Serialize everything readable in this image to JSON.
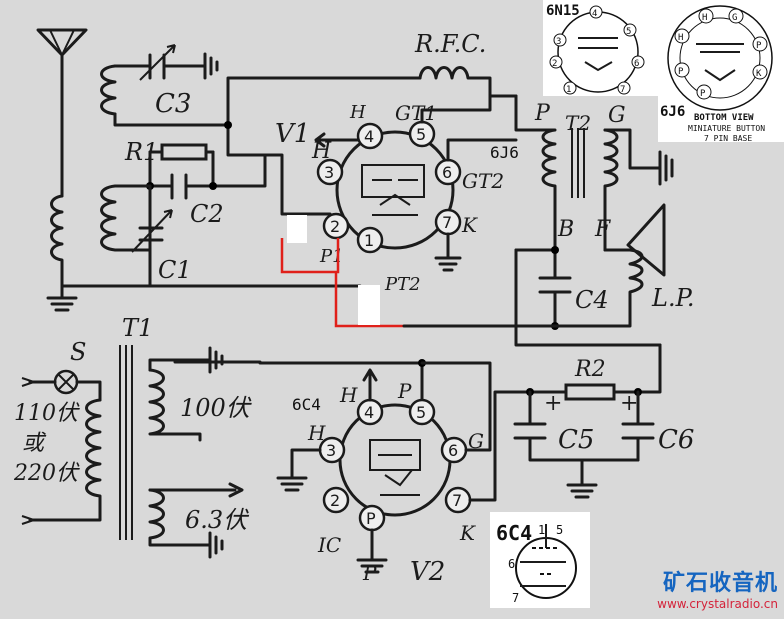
{
  "components": {
    "c3": "C3",
    "rfc": "R.F.C.",
    "v1": "V1",
    "r1": "R1",
    "c2": "C2",
    "c1": "C1",
    "t2": "T2",
    "p_t2": "P",
    "g_t2": "G",
    "b_t2": "B",
    "f_t2": "F",
    "c4": "C4",
    "lp": "L.P.",
    "t1": "T1",
    "s": "S",
    "mains_a": "110伏",
    "mains_or": "或",
    "mains_b": "220伏",
    "hv": "100伏",
    "fil": "6.3伏",
    "r2": "R2",
    "c5": "C5",
    "c6": "C6",
    "v2": "V2",
    "plus": "+"
  },
  "v1_pins": {
    "p1": "1",
    "p2": "2",
    "p3": "3",
    "p4": "4",
    "p5": "5",
    "p6": "6",
    "p7": "7",
    "h3": "H",
    "h4": "H",
    "gt1": "GT1",
    "gt2": "GT2",
    "k": "K",
    "p1lbl": "P1",
    "pt2": "PT2"
  },
  "v2_pins": {
    "p1": "P",
    "p2": "2",
    "p3": "3",
    "p4": "4",
    "p5": "5",
    "p6": "6",
    "p7": "7",
    "h3": "H",
    "h4": "H",
    "p": "P",
    "g": "G",
    "ic": "IC",
    "k": "K"
  },
  "tube_labels": {
    "v1_type": "6J6",
    "v2_type": "6C4"
  },
  "inset_6n15": {
    "title": "6N15",
    "pins": [
      "1",
      "2",
      "3",
      "4",
      "5",
      "6",
      "7"
    ]
  },
  "inset_6j6": {
    "bottom": "BOTTOM VIEW",
    "mini": "MINIATURE BUTTON",
    "base": "7 PIN BASE",
    "type": "6J6",
    "letters": [
      "H",
      "G",
      "H",
      "P",
      "K",
      "P",
      "P"
    ]
  },
  "inset_6c4": {
    "title": "6C4",
    "pins": [
      "1",
      "5",
      "6",
      "7"
    ]
  },
  "watermark": {
    "title": "矿石收音机",
    "url": "www.crystalradio.cn"
  }
}
